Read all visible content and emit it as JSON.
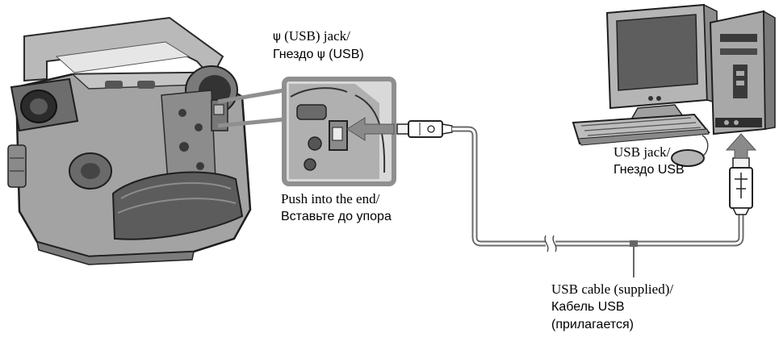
{
  "labels": {
    "usb_jack_cam": {
      "line1_symbol": "ψ",
      "line1_text": " (USB) jack/",
      "line2_text": "Гнездо ",
      "line2_symbol": "ψ",
      "line2_tail": " (USB)"
    },
    "push": {
      "en": "Push into the end/",
      "ru": "Вставьте до упора"
    },
    "usb_jack_pc": {
      "en": "USB jack/",
      "ru": "Гнездо USB"
    },
    "cable": {
      "en": "USB cable (supplied)/",
      "ru1": "Кабель USB",
      "ru2": "(прилагается)"
    }
  },
  "colors": {
    "device_gray": "#9a9a9a",
    "device_dark": "#3c3c3c",
    "device_light": "#cfcfcf",
    "zoom_frame": "#8f8f8f",
    "arrow": "#8a8a8a",
    "cable": "#6a6a6a"
  }
}
